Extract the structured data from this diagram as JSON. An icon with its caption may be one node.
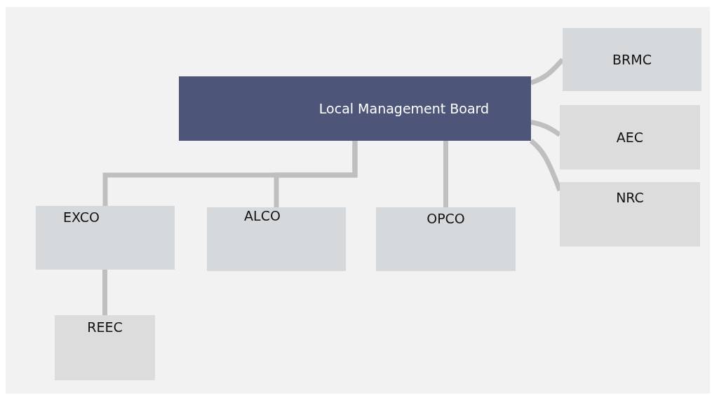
{
  "diagram": {
    "nodes": [
      {
        "text": [
          "Local Management Board"
        ]
      },
      {
        "text": [
          "BRMC"
        ]
      },
      {
        "text": [
          "AEC"
        ]
      },
      {
        "text": [
          "NRC"
        ]
      },
      {
        "text": [
          "EXCO"
        ]
      },
      {
        "text": [
          "ALCO"
        ]
      },
      {
        "text": [
          "OPCO"
        ]
      },
      {
        "text": [
          "REEC"
        ]
      }
    ],
    "edges": [
      {
        "from": 0,
        "to": 1,
        "arrow": "none"
      },
      {
        "from": 0,
        "to": 2,
        "arrow": "none"
      },
      {
        "from": 0,
        "to": 3,
        "arrow": "none"
      },
      {
        "from": 0,
        "to": 4,
        "arrow": "none"
      },
      {
        "from": 0,
        "to": 5,
        "arrow": "none"
      },
      {
        "from": 0,
        "to": 6,
        "arrow": "none"
      },
      {
        "from": 4,
        "to": 7,
        "arrow": "none"
      }
    ]
  }
}
